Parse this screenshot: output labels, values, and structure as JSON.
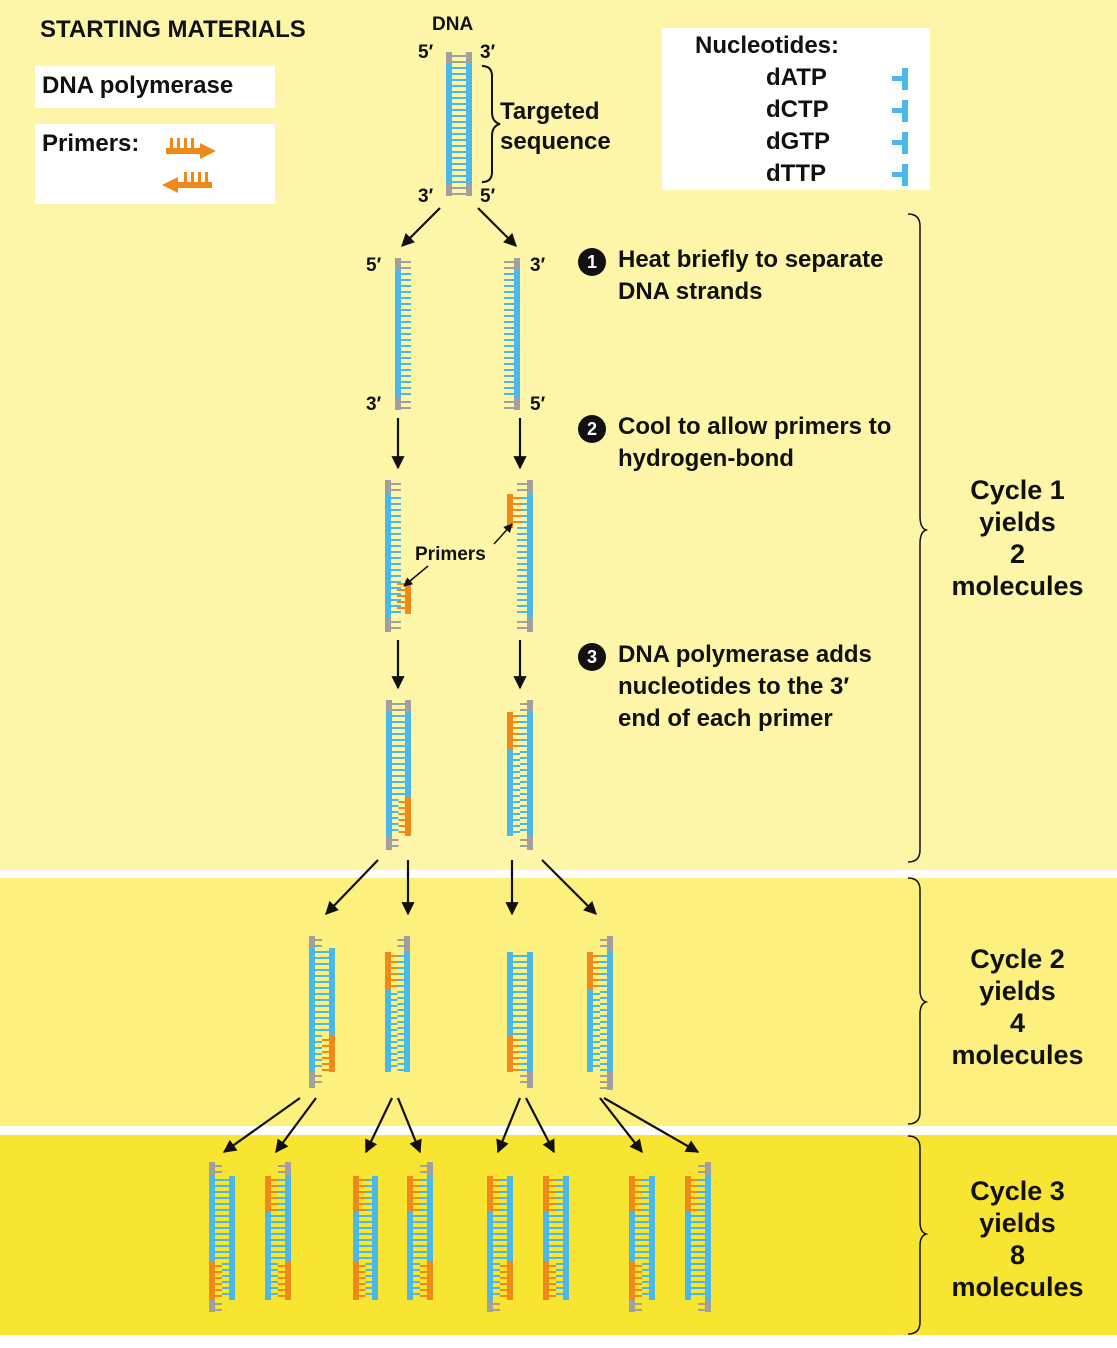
{
  "starting_materials": {
    "title": "STARTING MATERIALS",
    "polymerase_label": "DNA polymerase",
    "primers_label": "Primers:"
  },
  "dna_top": {
    "label": "DNA",
    "end_5_top": "5′",
    "end_3_top": "3′",
    "end_3_bottom": "3′",
    "end_5_bottom": "5′",
    "targeted_line1": "Targeted",
    "targeted_line2": "sequence"
  },
  "nucleotides": {
    "title": "Nucleotides:",
    "items": [
      "dATP",
      "dCTP",
      "dGTP",
      "dTTP"
    ]
  },
  "steps": [
    {
      "number": "1",
      "text": "Heat briefly to separate DNA strands"
    },
    {
      "number": "2",
      "text": "Cool to allow primers to hydrogen-bond"
    },
    {
      "number": "3",
      "text": "DNA polymerase adds nucleotides to the 3′ end of each primer"
    }
  ],
  "separated_ends": {
    "left_top": "5′",
    "left_bottom": "3′",
    "right_top": "3′",
    "right_bottom": "5′"
  },
  "primers_callout": "Primers",
  "cycles": [
    {
      "line1": "Cycle 1",
      "line2": "yields",
      "line3": "2",
      "line4": "molecules"
    },
    {
      "line1": "Cycle 2",
      "line2": "yields",
      "line3": "4",
      "line4": "molecules"
    },
    {
      "line1": "Cycle 3",
      "line2": "yields",
      "line3": "8",
      "line4": "molecules"
    }
  ],
  "colors": {
    "band1": "#fdf6a8",
    "band2": "#fcf07e",
    "band3": "#f7e532",
    "dna_strand": "#4cb8e8",
    "primer": "#ef8a1a",
    "template_end": "#a0a0a0"
  }
}
